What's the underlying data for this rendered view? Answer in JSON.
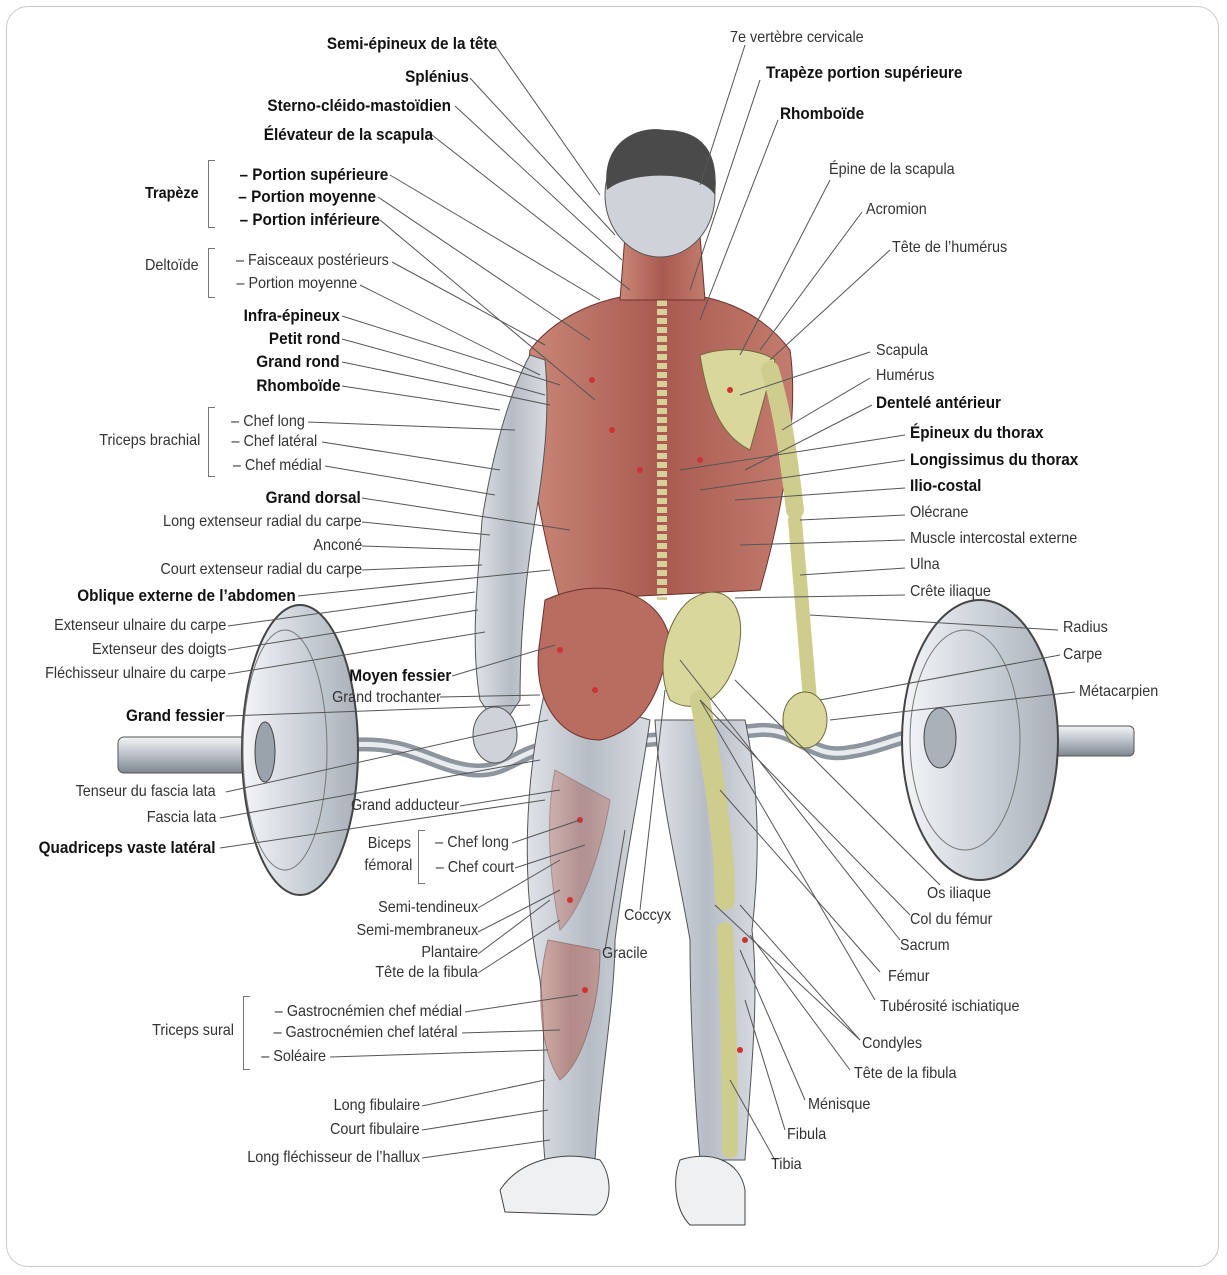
{
  "labels_left": [
    {
      "key": "semi_epineux",
      "text": "Semi-épineux de la tête",
      "bold": true
    },
    {
      "key": "splenius",
      "text": "Splénius",
      "bold": true
    },
    {
      "key": "sterno",
      "text": "Sterno-cléido-mastoïdien",
      "bold": true
    },
    {
      "key": "elevateur",
      "text": "Élévateur de la scapula",
      "bold": true
    },
    {
      "key": "trap_sup",
      "text": "– Portion supérieure",
      "bold": true
    },
    {
      "key": "trap_moy",
      "text": "– Portion moyenne",
      "bold": true
    },
    {
      "key": "trap_inf",
      "text": "– Portion inférieure",
      "bold": true
    },
    {
      "key": "delt_post",
      "text": "– Faisceaux postérieurs",
      "bold": false
    },
    {
      "key": "delt_moy",
      "text": "– Portion moyenne",
      "bold": false
    },
    {
      "key": "infra",
      "text": "Infra-épineux",
      "bold": true
    },
    {
      "key": "petit_rond",
      "text": "Petit rond",
      "bold": true
    },
    {
      "key": "grand_rond",
      "text": "Grand rond",
      "bold": true
    },
    {
      "key": "rhomboide_l",
      "text": "Rhomboïde",
      "bold": true
    },
    {
      "key": "tri_long",
      "text": "– Chef long",
      "bold": false
    },
    {
      "key": "tri_lat",
      "text": "– Chef latéral",
      "bold": false
    },
    {
      "key": "tri_med",
      "text": "– Chef médial",
      "bold": false
    },
    {
      "key": "grand_dorsal",
      "text": "Grand dorsal",
      "bold": true
    },
    {
      "key": "long_ext",
      "text": "Long extenseur radial du carpe",
      "bold": false
    },
    {
      "key": "ancone",
      "text": "Anconé",
      "bold": false
    },
    {
      "key": "court_ext",
      "text": "Court extenseur radial du carpe",
      "bold": false
    },
    {
      "key": "oblique",
      "text": "Oblique externe de l’abdomen",
      "bold": true
    },
    {
      "key": "ext_uln",
      "text": "Extenseur ulnaire du carpe",
      "bold": false
    },
    {
      "key": "ext_doigts",
      "text": "Extenseur des doigts",
      "bold": false
    },
    {
      "key": "flech_uln",
      "text": "Fléchisseur ulnaire du carpe",
      "bold": false
    },
    {
      "key": "moyen_fessier",
      "text": "Moyen fessier",
      "bold": true
    },
    {
      "key": "grand_troch",
      "text": "Grand trochanter",
      "bold": false
    },
    {
      "key": "grand_fessier",
      "text": "Grand fessier",
      "bold": true
    },
    {
      "key": "tenseur",
      "text": "Tenseur du fascia lata",
      "bold": false
    },
    {
      "key": "grand_add",
      "text": "Grand adducteur",
      "bold": false
    },
    {
      "key": "fascia",
      "text": "Fascia lata",
      "bold": false
    },
    {
      "key": "quadri",
      "text": "Quadriceps vaste latéral",
      "bold": true
    },
    {
      "key": "bic_long",
      "text": "– Chef long",
      "bold": false
    },
    {
      "key": "bic_court",
      "text": "– Chef court",
      "bold": false
    },
    {
      "key": "semi_tend",
      "text": "Semi-tendineux",
      "bold": false
    },
    {
      "key": "semi_memb",
      "text": "Semi-membraneux",
      "bold": false
    },
    {
      "key": "plantaire",
      "text": "Plantaire",
      "bold": false
    },
    {
      "key": "tete_fib_l",
      "text": "Tête de la fibula",
      "bold": false
    },
    {
      "key": "gast_med",
      "text": "– Gastrocnémien chef médial",
      "bold": false
    },
    {
      "key": "gast_lat",
      "text": "– Gastrocnémien chef latéral",
      "bold": false
    },
    {
      "key": "soleaire",
      "text": "– Soléaire",
      "bold": false
    },
    {
      "key": "long_fib",
      "text": "Long fibulaire",
      "bold": false
    },
    {
      "key": "court_fib",
      "text": "Court fibulaire",
      "bold": false
    },
    {
      "key": "long_flech",
      "text": "Long fléchisseur de l’hallux",
      "bold": false
    }
  ],
  "labels_right": [
    {
      "key": "vert7",
      "text": "7e vertèbre cervicale",
      "bold": false
    },
    {
      "key": "trap_port_sup",
      "text": "Trapèze portion supérieure",
      "bold": true
    },
    {
      "key": "rhomboide_r",
      "text": "Rhomboïde",
      "bold": true
    },
    {
      "key": "epine_scap",
      "text": "Épine de la scapula",
      "bold": false
    },
    {
      "key": "acromion",
      "text": "Acromion",
      "bold": false
    },
    {
      "key": "tete_hum",
      "text": "Tête de l’humérus",
      "bold": false
    },
    {
      "key": "scapula",
      "text": "Scapula",
      "bold": false
    },
    {
      "key": "humerus",
      "text": "Humérus",
      "bold": false
    },
    {
      "key": "dentele",
      "text": "Dentelé antérieur",
      "bold": true
    },
    {
      "key": "epineux_thorax",
      "text": "Épineux du thorax",
      "bold": true
    },
    {
      "key": "longissimus",
      "text": "Longissimus du thorax",
      "bold": true
    },
    {
      "key": "ilio",
      "text": "Ilio-costal",
      "bold": true
    },
    {
      "key": "olecrane",
      "text": "Olécrane",
      "bold": false
    },
    {
      "key": "intercostal",
      "text": "Muscle intercostal externe",
      "bold": false
    },
    {
      "key": "ulna",
      "text": "Ulna",
      "bold": false
    },
    {
      "key": "crete",
      "text": "Crête iliaque",
      "bold": false
    },
    {
      "key": "radius",
      "text": "Radius",
      "bold": false
    },
    {
      "key": "carpe",
      "text": "Carpe",
      "bold": false
    },
    {
      "key": "metacarpien",
      "text": "Métacarpien",
      "bold": false
    },
    {
      "key": "coccyx",
      "text": "Coccyx",
      "bold": false
    },
    {
      "key": "gracile",
      "text": "Gracile",
      "bold": false
    },
    {
      "key": "os_iliaque",
      "text": "Os iliaque",
      "bold": false
    },
    {
      "key": "col_femur",
      "text": "Col du fémur",
      "bold": false
    },
    {
      "key": "sacrum",
      "text": "Sacrum",
      "bold": false
    },
    {
      "key": "femur",
      "text": "Fémur",
      "bold": false
    },
    {
      "key": "tuberosite",
      "text": "Tubérosité ischiatique",
      "bold": false
    },
    {
      "key": "condyles",
      "text": "Condyles",
      "bold": false
    },
    {
      "key": "tete_fib_r",
      "text": "Tête de la fibula",
      "bold": false
    },
    {
      "key": "menisque",
      "text": "Ménisque",
      "bold": false
    },
    {
      "key": "fibula",
      "text": "Fibula",
      "bold": false
    },
    {
      "key": "tibia",
      "text": "Tibia",
      "bold": false
    }
  ],
  "groups": {
    "trapeze": "Trapèze",
    "deltoide": "Deltoïde",
    "triceps_brachial": "Triceps brachial",
    "biceps_femoral_1": "Biceps",
    "biceps_femoral_2": "fémoral",
    "triceps_sural": "Triceps sural"
  },
  "colors": {
    "muscle": "#b5685e",
    "muscle_dark": "#8c3f38",
    "bone": "#d8d79a",
    "skin": "#c8ccd2",
    "plate": "#dfe3e8",
    "leader": "#555555"
  }
}
